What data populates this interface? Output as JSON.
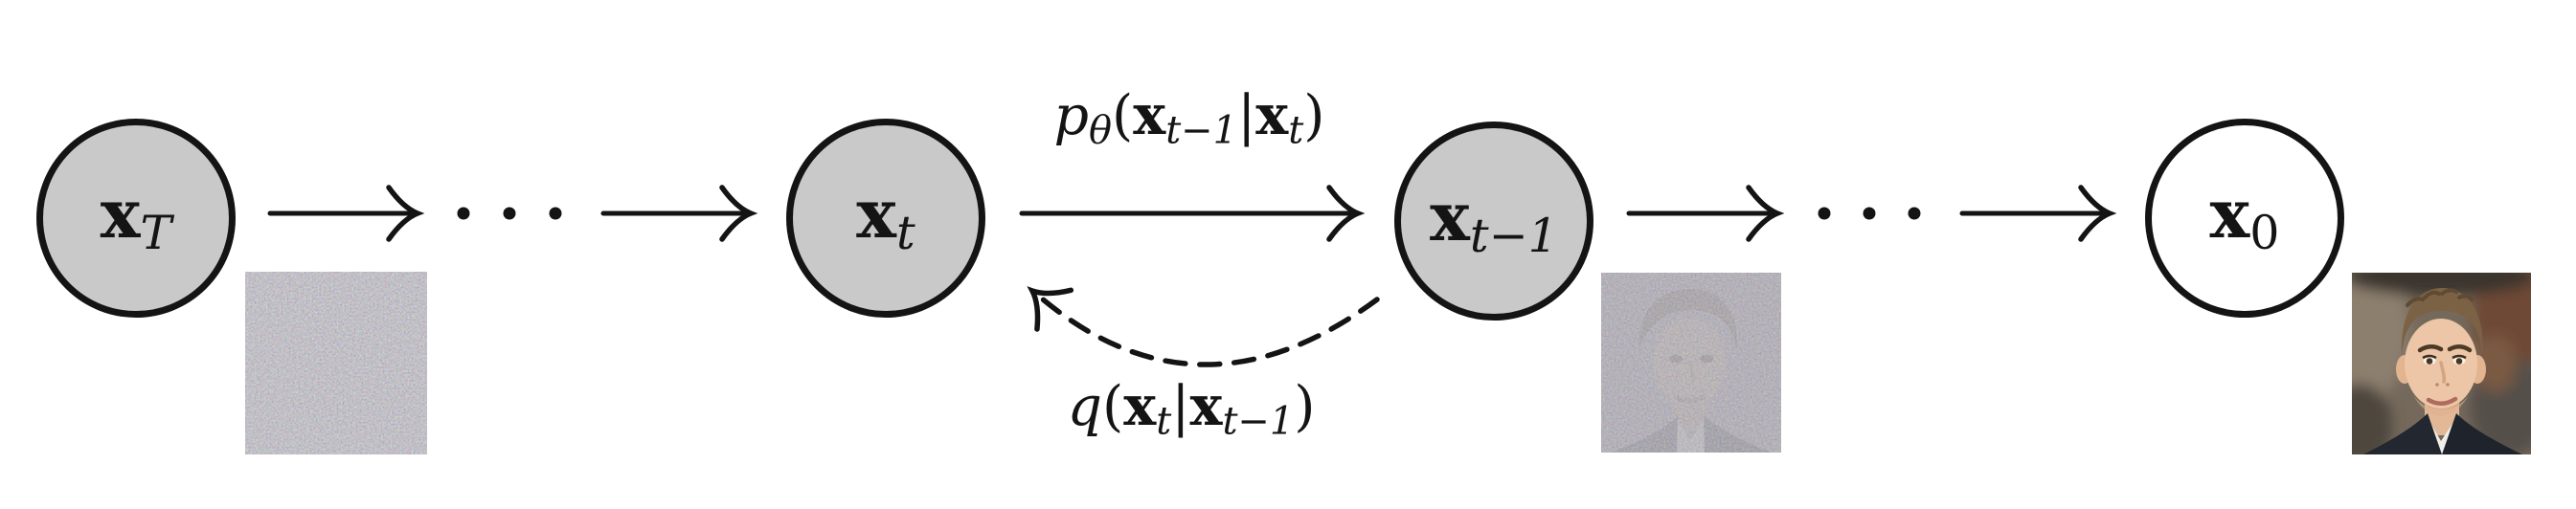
{
  "figure": {
    "background": "#ffffff",
    "node_fill": "#c9c9c9",
    "node_empty_fill": "#ffffff",
    "stroke_color": "#141414"
  },
  "nodes": [
    {
      "id": "x_T",
      "filled": true,
      "label": [
        {
          "t": "x",
          "s": "bf"
        },
        {
          "t": "T",
          "s": "subit"
        }
      ]
    },
    {
      "id": "x_t",
      "filled": true,
      "label": [
        {
          "t": "x",
          "s": "bf"
        },
        {
          "t": "t",
          "s": "subit"
        }
      ]
    },
    {
      "id": "x_t-1",
      "filled": true,
      "label": [
        {
          "t": "x",
          "s": "bf"
        },
        {
          "t": "t−1",
          "s": "subit"
        }
      ]
    },
    {
      "id": "x_0",
      "filled": false,
      "label": [
        {
          "t": "x",
          "s": "bf"
        },
        {
          "t": "0",
          "s": "sub"
        }
      ]
    }
  ],
  "edge_labels": {
    "reverse_process": [
      {
        "t": "p",
        "s": "it"
      },
      {
        "t": "θ",
        "s": "subit"
      },
      {
        "t": "(",
        "s": "rm"
      },
      {
        "t": "x",
        "s": "bf"
      },
      {
        "t": "t−1",
        "s": "subit"
      },
      {
        "t": "|",
        "s": "rm"
      },
      {
        "t": "x",
        "s": "bf"
      },
      {
        "t": "t",
        "s": "subit"
      },
      {
        "t": ")",
        "s": "rm"
      }
    ],
    "forward_process": [
      {
        "t": "q",
        "s": "it"
      },
      {
        "t": "(",
        "s": "rm"
      },
      {
        "t": "x",
        "s": "bf"
      },
      {
        "t": "t",
        "s": "subit"
      },
      {
        "t": "|",
        "s": "rm"
      },
      {
        "t": "x",
        "s": "bf"
      },
      {
        "t": "t−1",
        "s": "subit"
      },
      {
        "t": ")",
        "s": "rm"
      }
    ]
  },
  "icons": {
    "ellipsis_dots": "· · ·",
    "solid_arrow": "→",
    "dashed_arrow": "⤺"
  },
  "images": [
    {
      "name": "pure-noise-sample"
    },
    {
      "name": "noisy-face-sample"
    },
    {
      "name": "clean-face-sample"
    }
  ]
}
